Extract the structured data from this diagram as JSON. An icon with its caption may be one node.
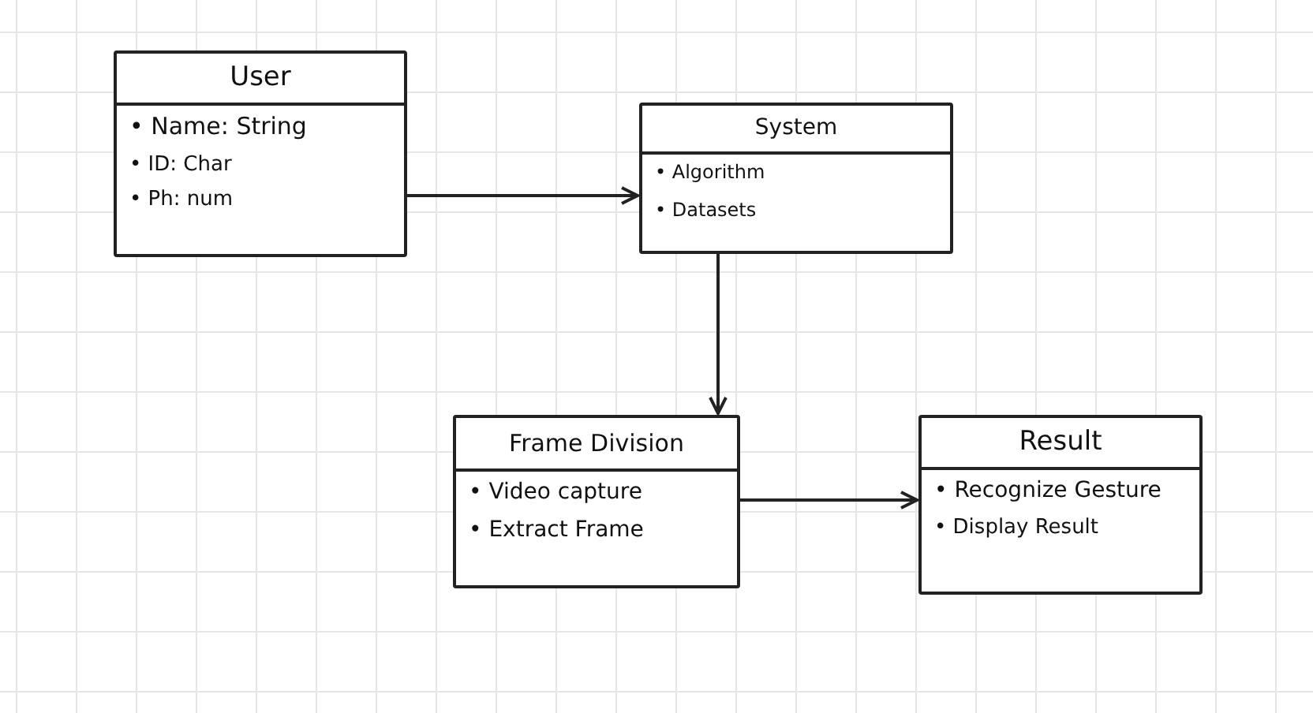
{
  "diagram": {
    "nodes": [
      {
        "text": [
          "User",
          "• Name: String",
          "• ID: Char",
          "• Ph: num"
        ]
      },
      {
        "text": [
          "System",
          "• Algorithm",
          "• Datasets"
        ]
      },
      {
        "text": [
          "Frame Division",
          "• Video capture",
          "• Extract Frame"
        ]
      },
      {
        "text": [
          "Result",
          "• Recognize Gesture",
          "• Display Result"
        ]
      }
    ],
    "edges": [
      {
        "from": 0,
        "to": 1,
        "arrow": "to"
      },
      {
        "from": 1,
        "to": 2,
        "arrow": "to"
      },
      {
        "from": 2,
        "to": 3,
        "arrow": "to"
      }
    ]
  }
}
